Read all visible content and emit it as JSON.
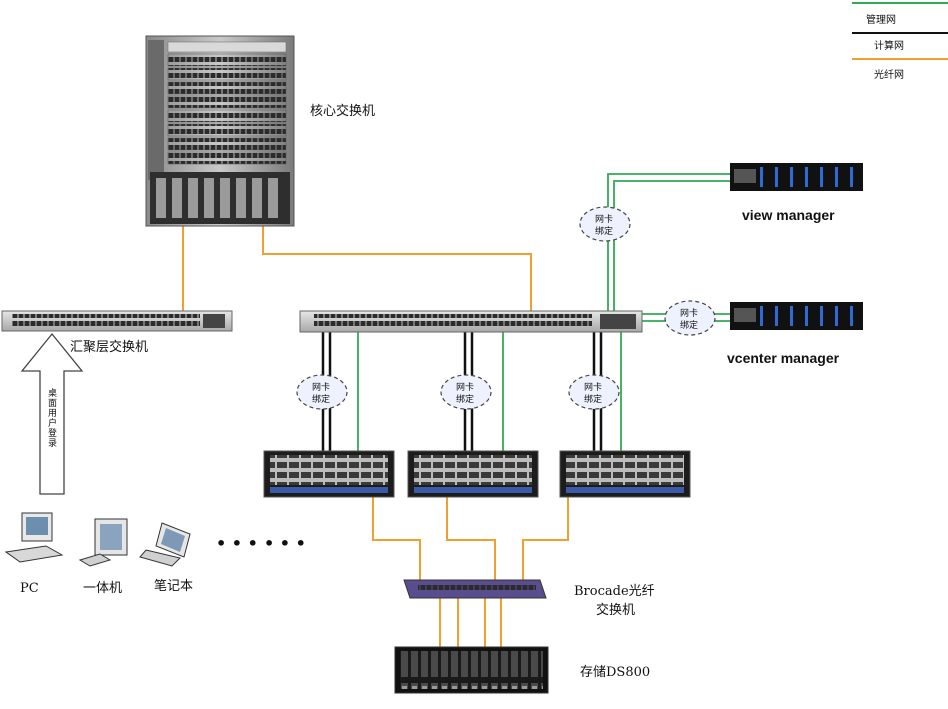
{
  "legend": [
    {
      "label": "管理网",
      "color": "#33aa55"
    },
    {
      "label": "计算网",
      "color": "#111111"
    },
    {
      "label": "光纤网",
      "color": "#f0a030"
    }
  ],
  "colors": {
    "management": "#33aa55",
    "compute": "#111111",
    "fiber": "#f0a030"
  },
  "devices": {
    "core_switch": "核心交换机",
    "aggregation_switch": "汇聚层交换机",
    "view_manager": "view manager",
    "vcenter_manager": "vcenter manager",
    "brocade_line1": "Brocade光纤",
    "brocade_line2": "交换机",
    "storage": "存储DS800"
  },
  "nic_bond": {
    "line1": "网卡",
    "line2": "绑定"
  },
  "arrow_text": "桌面用户登录",
  "clients": [
    "PC",
    "一体机",
    "笔记本"
  ],
  "ellipsis": [
    "• • •",
    "• • •"
  ]
}
